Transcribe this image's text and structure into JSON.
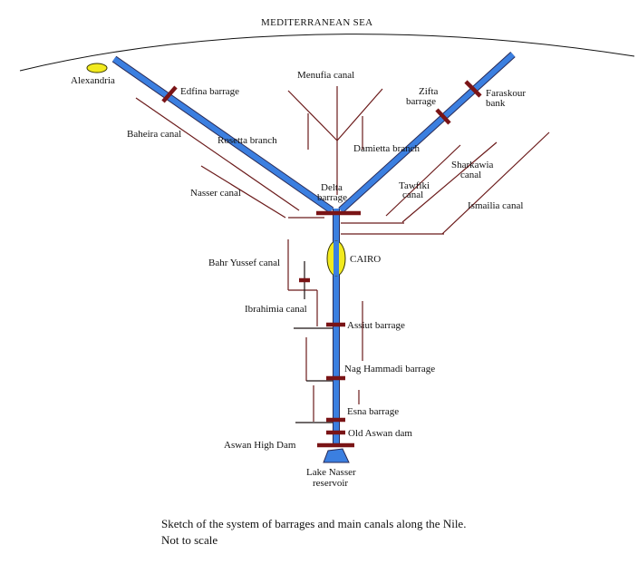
{
  "sea": {
    "label": "MEDITERRANEAN   SEA"
  },
  "labels": {
    "alexandria": "Alexandria",
    "edfina": "Edfina barrage",
    "menufia": "Menufia canal",
    "zifta_1": "Zifta",
    "zifta_2": "barrage",
    "faraskour_1": "Faraskour",
    "faraskour_2": "bank",
    "baheira": "Baheira canal",
    "rosetta": "Rosetta branch",
    "damietta": "Damietta branch",
    "sharkawia_1": "Sharkawia",
    "sharkawia_2": "canal",
    "tawfiki_1": "Tawfiki",
    "tawfiki_2": "canal",
    "delta_1": "Delta",
    "delta_2": "barrage",
    "nasser_canal": "Nasser canal",
    "ismailia": "Ismailia canal",
    "cairo": "CAIRO",
    "bahr_yussef": "Bahr Yussef canal",
    "ibrahimia": "Ibrahimia canal",
    "assiut": "Assiut barrage",
    "nag_hammadi": "Nag Hammadi barrage",
    "esna": "Esna barrage",
    "old_aswan": "Old Aswan dam",
    "aswan_high": "Aswan High  Dam",
    "lake_1": "Lake Nasser",
    "lake_2": "reservoir"
  },
  "caption": {
    "line1": "Sketch of the system of barrages and main canals along the Nile.",
    "line2": "Not to scale"
  },
  "colors": {
    "nile": "#3b7fe0",
    "barrage": "#7a1416",
    "canal": "#6b1a1a",
    "city": "#f2ea1e"
  }
}
